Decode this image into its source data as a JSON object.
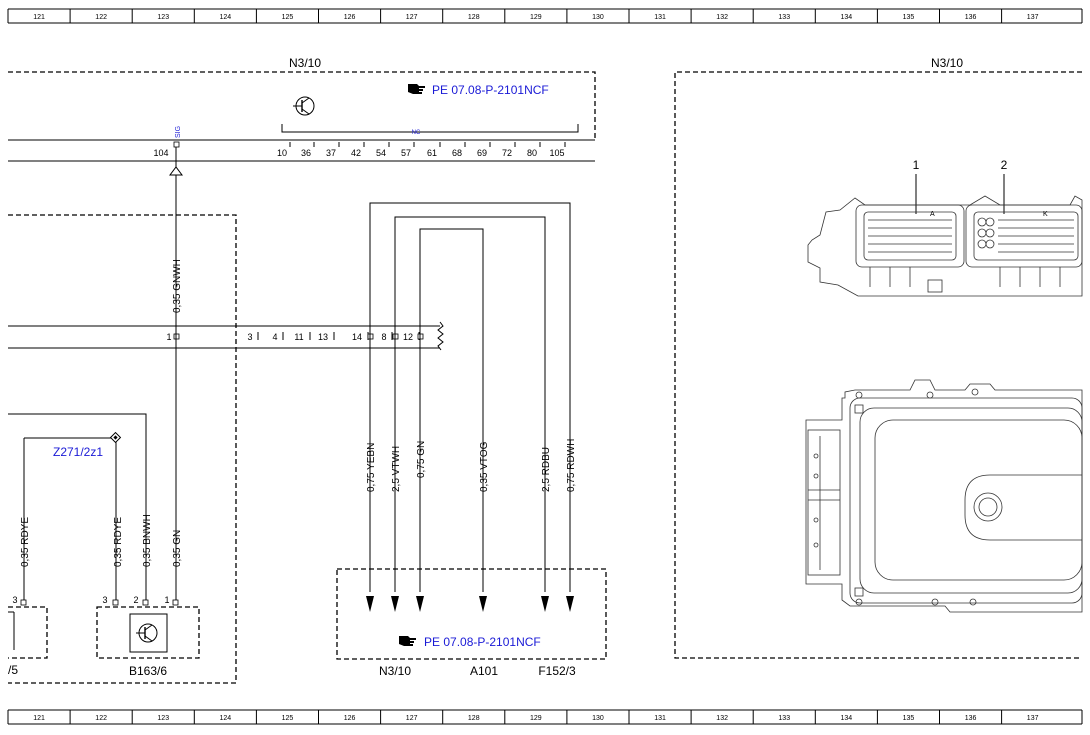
{
  "grid": [
    "121",
    "122",
    "123",
    "124",
    "125",
    "126",
    "127",
    "128",
    "129",
    "130",
    "131",
    "132",
    "133",
    "134",
    "135",
    "136",
    "137"
  ],
  "ecu": {
    "label_left": "N3/10",
    "label_right": "N3/10",
    "ref_top": "PE 07.08-P-2101NCF",
    "sig": "SIG",
    "nc": "NC",
    "pin_104": "104",
    "pins": [
      "10",
      "36",
      "37",
      "42",
      "54",
      "57",
      "61",
      "68",
      "69",
      "72",
      "80",
      "105"
    ]
  },
  "connector": {
    "pin1": "1",
    "pins_mid": [
      "3",
      "4",
      "11",
      "13",
      "14",
      "8",
      "12"
    ]
  },
  "wires": {
    "top_gnwh": "0,35 GNWH",
    "yebn": "0,75 YEBN",
    "vtwh": "2,5 VTWH",
    "gn_075": "0,75 GN",
    "vtog": "0,35 VTOG",
    "rdbu": "2,5 RDBU",
    "rdwh": "0,75 RDWH",
    "rdye_left": "0,35 RDYE",
    "rdye": "0,35 RDYE",
    "bnwh": "0,35 BNWH",
    "gn_035": "0,35 GN"
  },
  "shield": "Z271/2z1",
  "sensor": {
    "label": "B163/6",
    "pins": [
      "3",
      "2",
      "1"
    ]
  },
  "left_comp": {
    "label": "/5",
    "pin": "3"
  },
  "dest": {
    "ref": "PE 07.08-P-2101NCF",
    "labels": [
      "N3/10",
      "A101",
      "F152/3"
    ]
  },
  "ecu_image": {
    "callout1": "1",
    "callout2": "2",
    "conn_a": "A",
    "conn_k": "K"
  },
  "colors": {
    "link_blue": "#1a1ad6",
    "line": "#000000"
  }
}
